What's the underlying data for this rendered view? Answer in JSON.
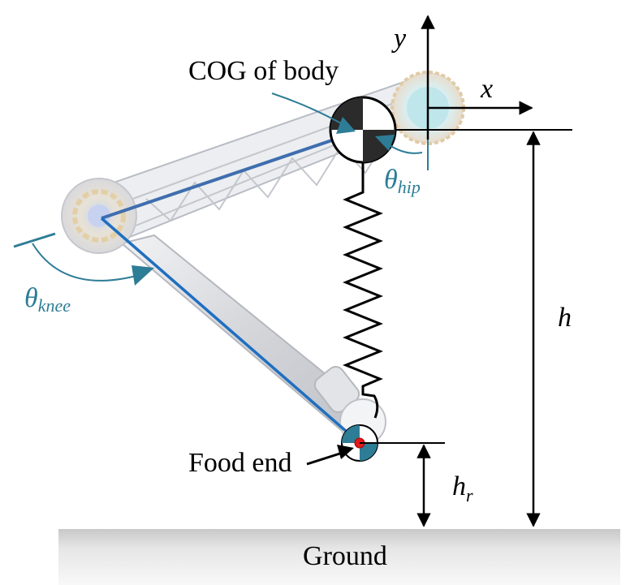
{
  "labels": {
    "cog": "COG of body",
    "foot_end": "Food end",
    "ground": "Ground",
    "x_axis": "x",
    "y_axis": "y",
    "h": "h",
    "h_r_base": "h",
    "h_r_sub": "r",
    "theta_hip_base": "θ",
    "theta_hip_sub": "hip",
    "theta_knee_base": "θ",
    "theta_knee_sub": "knee"
  },
  "colors": {
    "angle_teal": "#2e7d96",
    "leg_blue": "#1f6fc0",
    "thigh_blue": "#3b6fb0",
    "frame_gray": "#c9ccd2",
    "shin_gray": "#d8dade",
    "ground_gray": "#dcdcdc",
    "foot_point_red": "#e01b1b",
    "black": "#000000"
  }
}
